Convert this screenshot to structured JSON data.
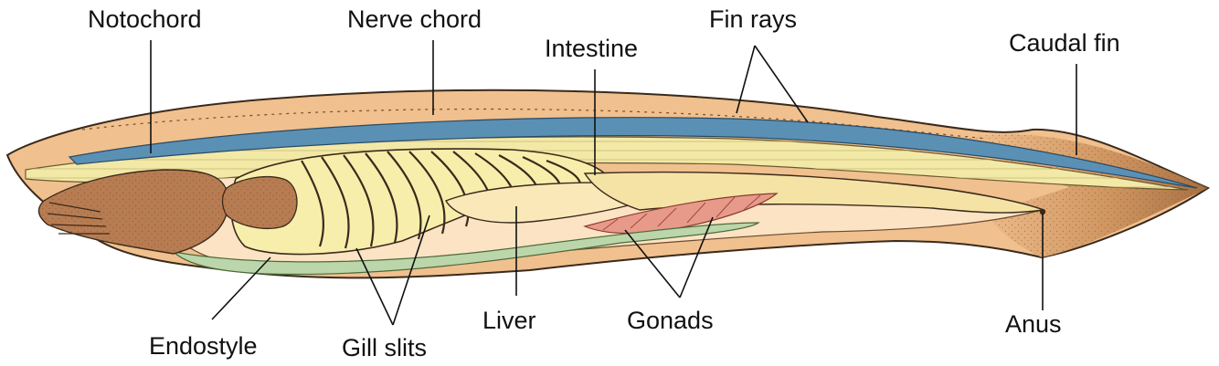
{
  "labels": {
    "notochord": "Notochord",
    "nerve_chord": "Nerve chord",
    "fin_rays": "Fin rays",
    "intestine": "Intestine",
    "caudal_fin": "Caudal fin",
    "endostyle": "Endostyle",
    "gill_slits": "Gill slits",
    "liver": "Liver",
    "gonads": "Gonads",
    "anus": "Anus"
  },
  "colors": {
    "body_outer": "#f0c08e",
    "body_inner": "#fbe3c4",
    "notochord_blue": "#5b90b5",
    "nerve_yellow": "#f3e9a6",
    "pharynx_yellow": "#f7eeab",
    "oral_brown": "#b87c52",
    "endostyle_green": "#bcd6ab",
    "gonad_pink": "#e89a8a",
    "outline": "#3a2a1c"
  }
}
